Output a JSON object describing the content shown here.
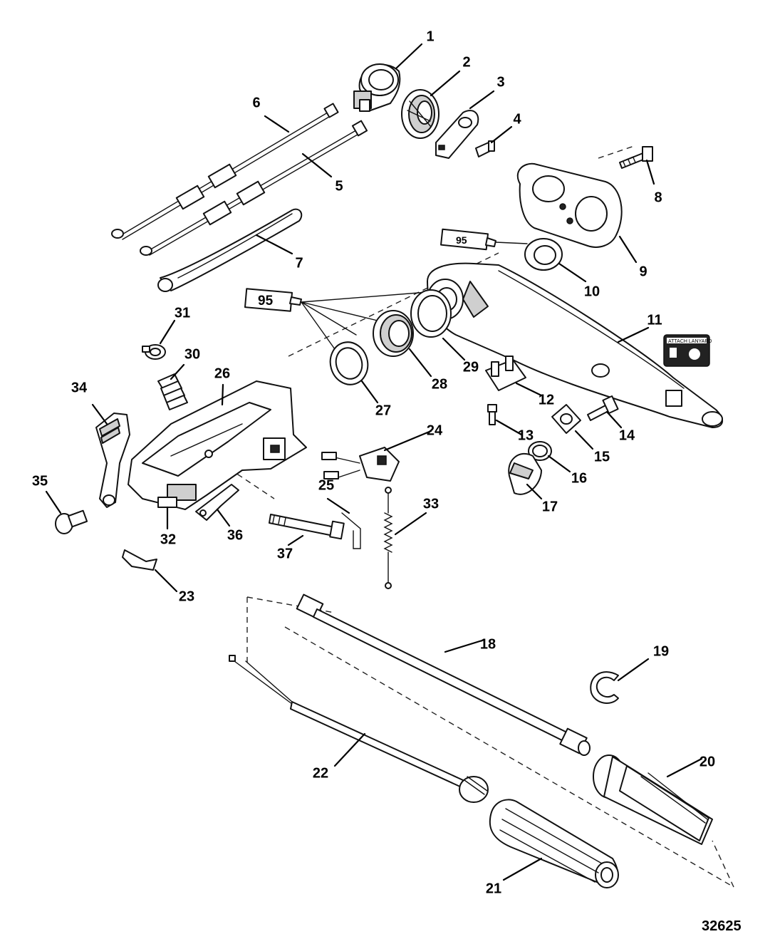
{
  "figure_number": "32625",
  "decal_text": "ATTACH LANYARD",
  "sealant_tubes": [
    {
      "id": "tube-a",
      "label": "95"
    },
    {
      "id": "tube-b",
      "label": "95"
    }
  ],
  "callouts": [
    {
      "id": "c1",
      "label": "1"
    },
    {
      "id": "c2",
      "label": "2"
    },
    {
      "id": "c3",
      "label": "3"
    },
    {
      "id": "c4",
      "label": "4"
    },
    {
      "id": "c5",
      "label": "5"
    },
    {
      "id": "c6",
      "label": "6"
    },
    {
      "id": "c7",
      "label": "7"
    },
    {
      "id": "c8",
      "label": "8"
    },
    {
      "id": "c9",
      "label": "9"
    },
    {
      "id": "c10",
      "label": "10"
    },
    {
      "id": "c11",
      "label": "11"
    },
    {
      "id": "c12",
      "label": "12"
    },
    {
      "id": "c13",
      "label": "13"
    },
    {
      "id": "c14",
      "label": "14"
    },
    {
      "id": "c15",
      "label": "15"
    },
    {
      "id": "c16",
      "label": "16"
    },
    {
      "id": "c17",
      "label": "17"
    },
    {
      "id": "c18",
      "label": "18"
    },
    {
      "id": "c19",
      "label": "19"
    },
    {
      "id": "c20",
      "label": "20"
    },
    {
      "id": "c21",
      "label": "21"
    },
    {
      "id": "c22",
      "label": "22"
    },
    {
      "id": "c23",
      "label": "23"
    },
    {
      "id": "c24",
      "label": "24"
    },
    {
      "id": "c25",
      "label": "25"
    },
    {
      "id": "c26",
      "label": "26"
    },
    {
      "id": "c27",
      "label": "27"
    },
    {
      "id": "c28",
      "label": "28"
    },
    {
      "id": "c29",
      "label": "29"
    },
    {
      "id": "c30",
      "label": "30"
    },
    {
      "id": "c31",
      "label": "31"
    },
    {
      "id": "c32",
      "label": "32"
    },
    {
      "id": "c33",
      "label": "33"
    },
    {
      "id": "c34",
      "label": "34"
    },
    {
      "id": "c35",
      "label": "35"
    },
    {
      "id": "c36",
      "label": "36"
    },
    {
      "id": "c37",
      "label": "37"
    }
  ]
}
